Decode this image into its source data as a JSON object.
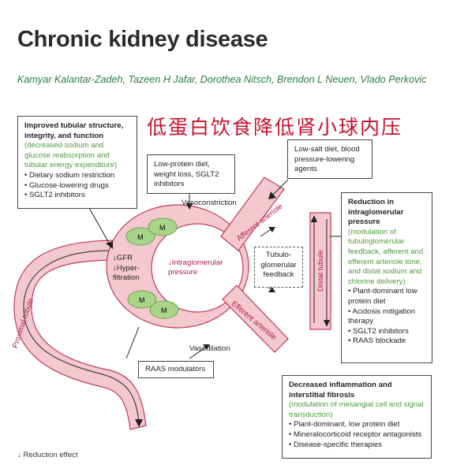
{
  "header": {
    "title": "Chronic kidney disease",
    "authors": "Kamyar Kalantar-Zadeh, Tazeen H Jafar, Dorothea Nitsch, Brendon L Neuen, Vlado Perkovic",
    "overlay_text": "低蛋白饮食降低肾小球内压"
  },
  "box_tubular": {
    "heading": "Improved tubular structure, integrity, and function",
    "note": "(decreased sodium and glucose reabsorption and tubular energy expenditure)",
    "items": [
      "Dietary sodium restriction",
      "Glucose-lowering drugs",
      "SGLT2 inhibitors"
    ]
  },
  "box_lowprotein": {
    "text": "Low-protein diet, weight loss, SGLT2 inhibitors"
  },
  "box_lowsalt": {
    "text": "Low-salt diet, blood pressure-lowering agents"
  },
  "box_reduction": {
    "heading": "Reduction in intraglomerular pressure",
    "note": "(modulation of tubuloglomerular feedback, afferent and efferent arteriole tone, and distal sodium and chlorine delivery)",
    "items": [
      "Plant-dominant low protein diet",
      "Acidosis mitigation therapy",
      "SGLT2 inhibitors",
      "RAAS blockade"
    ]
  },
  "box_raas": {
    "text": "RAAS modulators"
  },
  "box_inflammation": {
    "heading": "Decreased inflammation and interstitial fibrosis",
    "note": "(modulation of mesangial cell and signal transduction)",
    "items": [
      "Plant-dominant, low protein diet",
      "Mineralocorticoid receptor antagonists",
      "Disease-specific therapies"
    ]
  },
  "labels": {
    "vasoconstriction": "Vasoconstriction",
    "vasodilation": "Vasodilation",
    "gfr": "↓GFR",
    "hyperfiltration": "↓Hyper-\nfiltration",
    "intraglomerular": "↓Intraglomerular\npressure",
    "tubulo_feedback": "Tubulo-\nglomerular\nfeedback",
    "afferent": "Afferent arteriole",
    "efferent": "Efferent arteriole",
    "distal": "Distal tubule",
    "proximal": "Proximal tubule",
    "mesangial": "M",
    "footnote": "↓ Reduction effect"
  },
  "colors": {
    "vessel": "#f3c9cf",
    "vessel_stroke": "#c0395a",
    "mesangial": "#a9d489",
    "accent_green": "#4e9a3c",
    "overlay_red": "#c8102e"
  }
}
